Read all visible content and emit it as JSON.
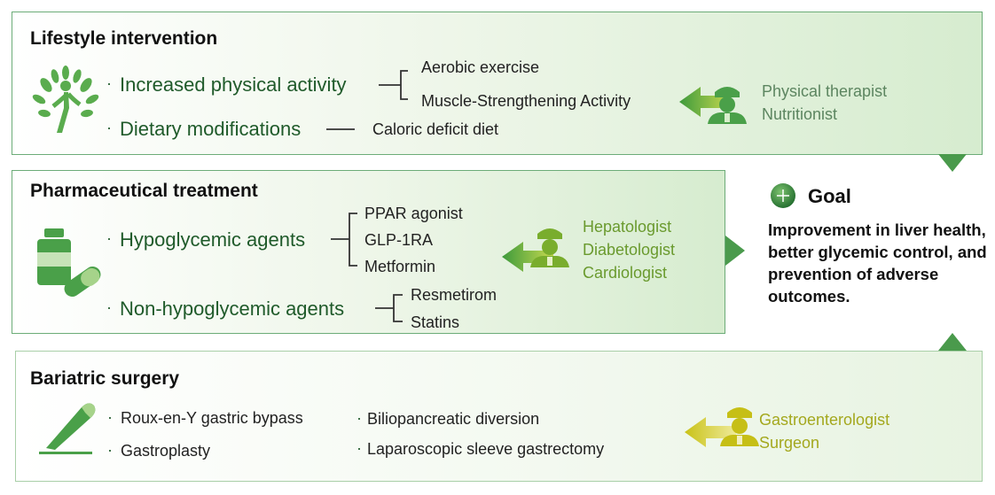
{
  "lifestyle": {
    "title": "Lifestyle intervention",
    "items": [
      {
        "label": "Increased physical activity",
        "subs": [
          "Aerobic exercise",
          "Muscle-Strengthening Activity"
        ]
      },
      {
        "label": "Dietary modifications",
        "subs": [
          "Caloric deficit diet"
        ]
      }
    ],
    "roles": [
      "Physical therapist",
      "Nutritionist"
    ],
    "icon": "tree-person-icon"
  },
  "pharma": {
    "title": "Pharmaceutical treatment",
    "items": [
      {
        "label": "Hypoglycemic agents",
        "subs": [
          "PPAR agonist",
          "GLP-1RA",
          "Metformin"
        ]
      },
      {
        "label": "Non-hypoglycemic agents",
        "subs": [
          "Resmetirom",
          "Statins"
        ]
      }
    ],
    "roles": [
      "Hepatologist",
      "Diabetologist",
      "Cardiologist"
    ],
    "icon": "medicine-bottle-icon"
  },
  "surgery": {
    "title": "Bariatric surgery",
    "procedures": [
      "Roux-en-Y gastric bypass",
      "Gastroplasty",
      "Biliopancreatic diversion",
      "Laparoscopic sleeve gastrectomy"
    ],
    "roles": [
      "Gastroenterologist",
      "Surgeon"
    ],
    "icon": "scalpel-icon"
  },
  "goal": {
    "title": "Goal",
    "text": "Improvement in liver health, better glycemic control, and prevention of adverse outcomes."
  },
  "colors": {
    "dark_green": "#1f5a2a",
    "accent_green": "#4a9a4c",
    "role_lifestyle": "#5c8560",
    "role_pharma": "#6a9a2e",
    "role_surgery": "#a4a81e"
  }
}
